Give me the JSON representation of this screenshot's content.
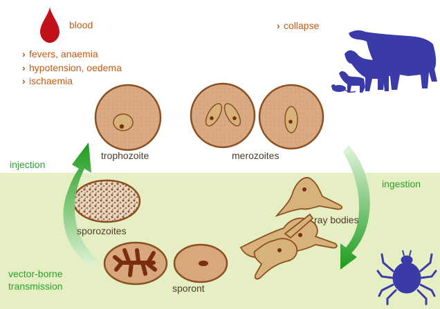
{
  "host": {
    "blood_label": "blood",
    "collapse_label": "collapse",
    "symptoms": [
      "fevers, anaemia",
      "hypotension, oedema",
      "ischaemia"
    ]
  },
  "stages": {
    "trophozoite": "trophozoite",
    "merozoites": "merozoites",
    "ray_bodies": "ray bodies",
    "sporozoites": "sporozoites",
    "sporont": "sporont"
  },
  "transitions": {
    "injection": "injection",
    "ingestion": "ingestion",
    "vector_line1": "vector-borne",
    "vector_line2": "transmission"
  },
  "icons": [
    "blood-drop-icon",
    "livestock-icon",
    "tick-icon",
    "arrow-icons"
  ],
  "colors": {
    "vector_band": "#e6efc4",
    "cell_fill": "#d8a77e",
    "cell_stroke": "#8b4f1f",
    "parasite_fill": "#d7b37b",
    "text_orange": "#c25a10",
    "text_green": "#2aa02a",
    "host_blue": "#3a3aa8",
    "blood_red": "#c0101a"
  }
}
